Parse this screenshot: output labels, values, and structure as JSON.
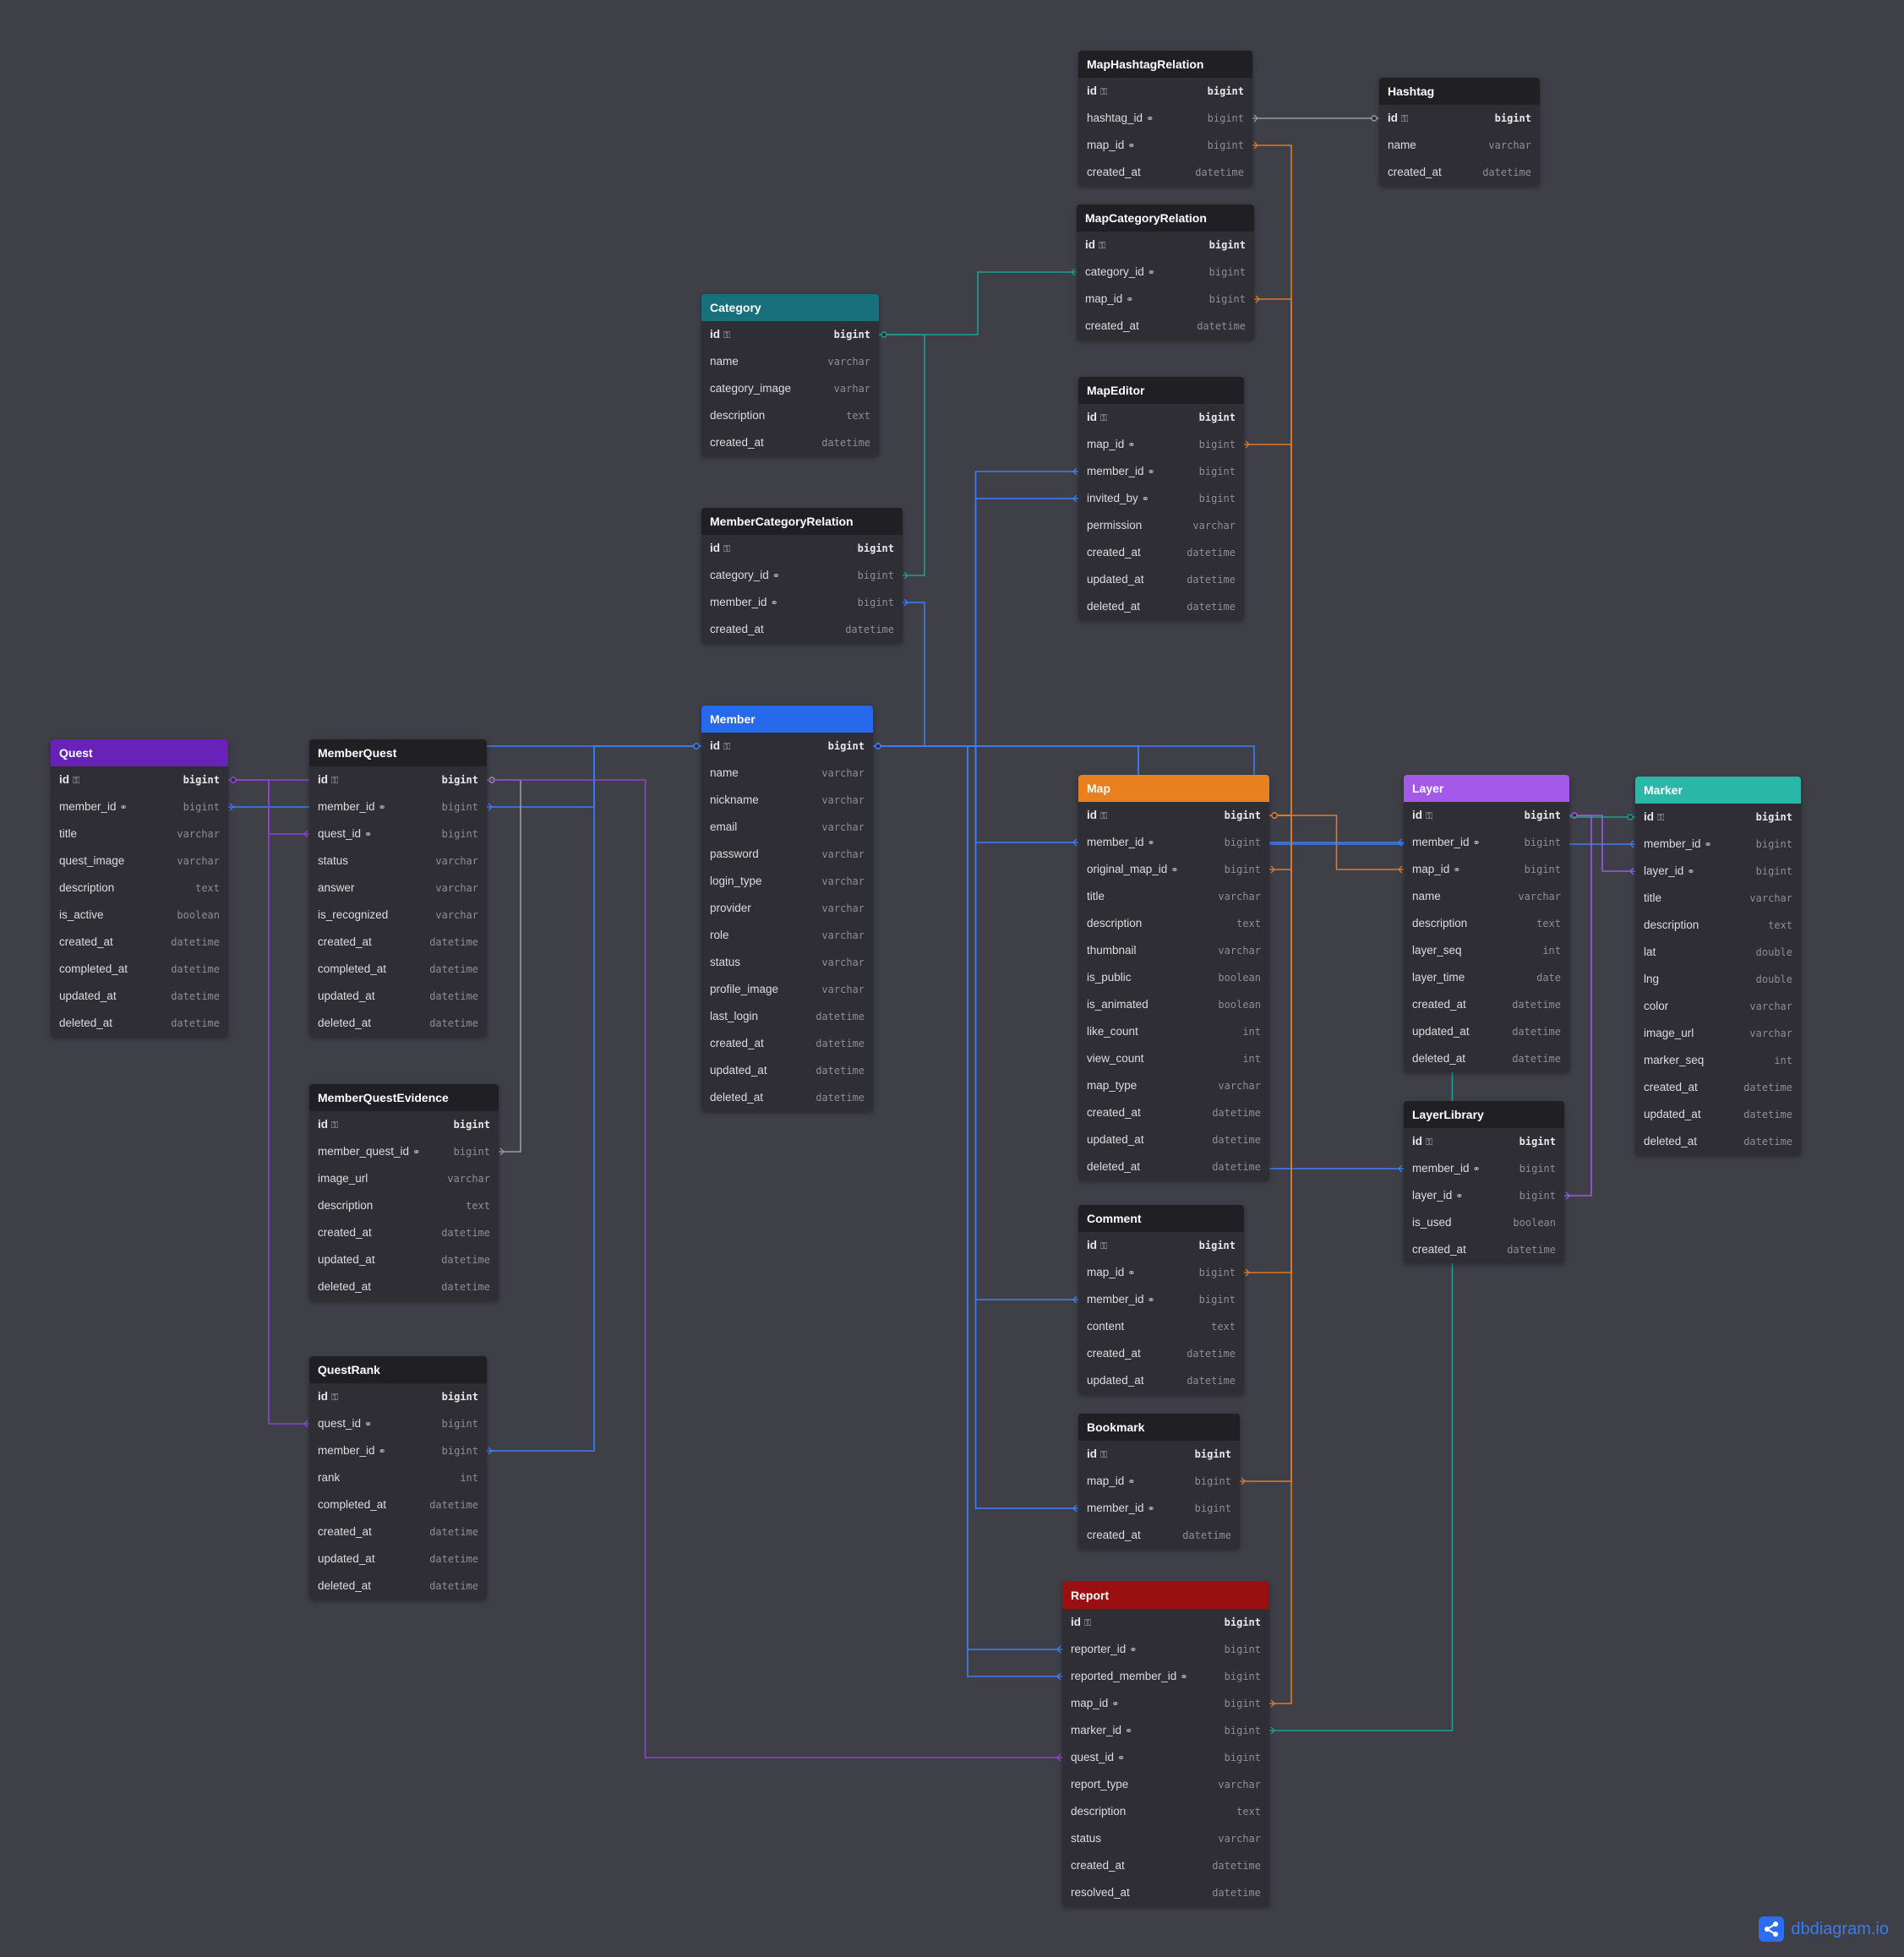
{
  "colors": {
    "background": "#3f3f48",
    "header_dark": "#202024",
    "member": "#2669ea",
    "category": "#17707c",
    "quest": "#6822b8",
    "map": "#e9801f",
    "layer": "#a459e9",
    "marker": "#29b8a8",
    "report": "#990f12",
    "edge_blue": "#3e7ff2",
    "edge_orange": "#e07a24",
    "edge_purple": "#8a45d8",
    "edge_teal": "#1f9e92",
    "edge_violet": "#9b5ae6",
    "edge_gray": "#9a9aa2"
  },
  "tables": [
    {
      "key": "maphashtagrelation",
      "name": "MapHashtagRelation",
      "header": "dark",
      "fields": [
        {
          "n": "id",
          "t": "bigint",
          "pk": true
        },
        {
          "n": "hashtag_id",
          "t": "bigint",
          "fk": true
        },
        {
          "n": "map_id",
          "t": "bigint",
          "fk": true
        },
        {
          "n": "created_at",
          "t": "datetime"
        }
      ]
    },
    {
      "key": "hashtag",
      "name": "Hashtag",
      "header": "dark",
      "fields": [
        {
          "n": "id",
          "t": "bigint",
          "pk": true
        },
        {
          "n": "name",
          "t": "varchar"
        },
        {
          "n": "created_at",
          "t": "datetime"
        }
      ]
    },
    {
      "key": "mapcategoryrelation",
      "name": "MapCategoryRelation",
      "header": "dark",
      "fields": [
        {
          "n": "id",
          "t": "bigint",
          "pk": true
        },
        {
          "n": "category_id",
          "t": "bigint",
          "fk": true
        },
        {
          "n": "map_id",
          "t": "bigint",
          "fk": true
        },
        {
          "n": "created_at",
          "t": "datetime"
        }
      ]
    },
    {
      "key": "category",
      "name": "Category",
      "header": "category",
      "fields": [
        {
          "n": "id",
          "t": "bigint",
          "pk": true
        },
        {
          "n": "name",
          "t": "varchar"
        },
        {
          "n": "category_image",
          "t": "varhar"
        },
        {
          "n": "description",
          "t": "text"
        },
        {
          "n": "created_at",
          "t": "datetime"
        }
      ]
    },
    {
      "key": "mapeditor",
      "name": "MapEditor",
      "header": "dark",
      "fields": [
        {
          "n": "id",
          "t": "bigint",
          "pk": true
        },
        {
          "n": "map_id",
          "t": "bigint",
          "fk": true
        },
        {
          "n": "member_id",
          "t": "bigint",
          "fk": true
        },
        {
          "n": "invited_by",
          "t": "bigint",
          "fk": true
        },
        {
          "n": "permission",
          "t": "varchar"
        },
        {
          "n": "created_at",
          "t": "datetime"
        },
        {
          "n": "updated_at",
          "t": "datetime"
        },
        {
          "n": "deleted_at",
          "t": "datetime"
        }
      ]
    },
    {
      "key": "membercategoryrelation",
      "name": "MemberCategoryRelation",
      "header": "dark",
      "fields": [
        {
          "n": "id",
          "t": "bigint",
          "pk": true
        },
        {
          "n": "category_id",
          "t": "bigint",
          "fk": true
        },
        {
          "n": "member_id",
          "t": "bigint",
          "fk": true
        },
        {
          "n": "created_at",
          "t": "datetime"
        }
      ]
    },
    {
      "key": "member",
      "name": "Member",
      "header": "member",
      "fields": [
        {
          "n": "id",
          "t": "bigint",
          "pk": true
        },
        {
          "n": "name",
          "t": "varchar"
        },
        {
          "n": "nickname",
          "t": "varchar"
        },
        {
          "n": "email",
          "t": "varchar"
        },
        {
          "n": "password",
          "t": "varchar"
        },
        {
          "n": "login_type",
          "t": "varchar"
        },
        {
          "n": "provider",
          "t": "varchar"
        },
        {
          "n": "role",
          "t": "varchar"
        },
        {
          "n": "status",
          "t": "varchar"
        },
        {
          "n": "profile_image",
          "t": "varchar"
        },
        {
          "n": "last_login",
          "t": "datetime"
        },
        {
          "n": "created_at",
          "t": "datetime"
        },
        {
          "n": "updated_at",
          "t": "datetime"
        },
        {
          "n": "deleted_at",
          "t": "datetime"
        }
      ]
    },
    {
      "key": "quest",
      "name": "Quest",
      "header": "quest",
      "fields": [
        {
          "n": "id",
          "t": "bigint",
          "pk": true
        },
        {
          "n": "member_id",
          "t": "bigint",
          "fk": true
        },
        {
          "n": "title",
          "t": "varchar"
        },
        {
          "n": "quest_image",
          "t": "varchar"
        },
        {
          "n": "description",
          "t": "text"
        },
        {
          "n": "is_active",
          "t": "boolean"
        },
        {
          "n": "created_at",
          "t": "datetime"
        },
        {
          "n": "completed_at",
          "t": "datetime"
        },
        {
          "n": "updated_at",
          "t": "datetime"
        },
        {
          "n": "deleted_at",
          "t": "datetime"
        }
      ]
    },
    {
      "key": "memberquest",
      "name": "MemberQuest",
      "header": "dark",
      "fields": [
        {
          "n": "id",
          "t": "bigint",
          "pk": true
        },
        {
          "n": "member_id",
          "t": "bigint",
          "fk": true
        },
        {
          "n": "quest_id",
          "t": "bigint",
          "fk": true
        },
        {
          "n": "status",
          "t": "varchar"
        },
        {
          "n": "answer",
          "t": "varchar"
        },
        {
          "n": "is_recognized",
          "t": "varchar"
        },
        {
          "n": "created_at",
          "t": "datetime"
        },
        {
          "n": "completed_at",
          "t": "datetime"
        },
        {
          "n": "updated_at",
          "t": "datetime"
        },
        {
          "n": "deleted_at",
          "t": "datetime"
        }
      ]
    },
    {
      "key": "memberquestevidence",
      "name": "MemberQuestEvidence",
      "header": "dark",
      "fields": [
        {
          "n": "id",
          "t": "bigint",
          "pk": true
        },
        {
          "n": "member_quest_id",
          "t": "bigint",
          "fk": true
        },
        {
          "n": "image_url",
          "t": "varchar"
        },
        {
          "n": "description",
          "t": "text"
        },
        {
          "n": "created_at",
          "t": "datetime"
        },
        {
          "n": "updated_at",
          "t": "datetime"
        },
        {
          "n": "deleted_at",
          "t": "datetime"
        }
      ]
    },
    {
      "key": "questrank",
      "name": "QuestRank",
      "header": "dark",
      "fields": [
        {
          "n": "id",
          "t": "bigint",
          "pk": true
        },
        {
          "n": "quest_id",
          "t": "bigint",
          "fk": true
        },
        {
          "n": "member_id",
          "t": "bigint",
          "fk": true
        },
        {
          "n": "rank",
          "t": "int"
        },
        {
          "n": "completed_at",
          "t": "datetime"
        },
        {
          "n": "created_at",
          "t": "datetime"
        },
        {
          "n": "updated_at",
          "t": "datetime"
        },
        {
          "n": "deleted_at",
          "t": "datetime"
        }
      ]
    },
    {
      "key": "map",
      "name": "Map",
      "header": "map",
      "fields": [
        {
          "n": "id",
          "t": "bigint",
          "pk": true
        },
        {
          "n": "member_id",
          "t": "bigint",
          "fk": true
        },
        {
          "n": "original_map_id",
          "t": "bigint",
          "fk": true
        },
        {
          "n": "title",
          "t": "varchar"
        },
        {
          "n": "description",
          "t": "text"
        },
        {
          "n": "thumbnail",
          "t": "varchar"
        },
        {
          "n": "is_public",
          "t": "boolean"
        },
        {
          "n": "is_animated",
          "t": "boolean"
        },
        {
          "n": "like_count",
          "t": "int"
        },
        {
          "n": "view_count",
          "t": "int"
        },
        {
          "n": "map_type",
          "t": "varchar"
        },
        {
          "n": "created_at",
          "t": "datetime"
        },
        {
          "n": "updated_at",
          "t": "datetime"
        },
        {
          "n": "deleted_at",
          "t": "datetime"
        }
      ]
    },
    {
      "key": "layer",
      "name": "Layer",
      "header": "layer",
      "fields": [
        {
          "n": "id",
          "t": "bigint",
          "pk": true
        },
        {
          "n": "member_id",
          "t": "bigint",
          "fk": true
        },
        {
          "n": "map_id",
          "t": "bigint",
          "fk": true
        },
        {
          "n": "name",
          "t": "varchar"
        },
        {
          "n": "description",
          "t": "text"
        },
        {
          "n": "layer_seq",
          "t": "int"
        },
        {
          "n": "layer_time",
          "t": "date"
        },
        {
          "n": "created_at",
          "t": "datetime"
        },
        {
          "n": "updated_at",
          "t": "datetime"
        },
        {
          "n": "deleted_at",
          "t": "datetime"
        }
      ]
    },
    {
      "key": "marker",
      "name": "Marker",
      "header": "marker",
      "fields": [
        {
          "n": "id",
          "t": "bigint",
          "pk": true
        },
        {
          "n": "member_id",
          "t": "bigint",
          "fk": true
        },
        {
          "n": "layer_id",
          "t": "bigint",
          "fk": true
        },
        {
          "n": "title",
          "t": "varchar"
        },
        {
          "n": "description",
          "t": "text"
        },
        {
          "n": "lat",
          "t": "double"
        },
        {
          "n": "lng",
          "t": "double"
        },
        {
          "n": "color",
          "t": "varchar"
        },
        {
          "n": "image_url",
          "t": "varchar"
        },
        {
          "n": "marker_seq",
          "t": "int"
        },
        {
          "n": "created_at",
          "t": "datetime"
        },
        {
          "n": "updated_at",
          "t": "datetime"
        },
        {
          "n": "deleted_at",
          "t": "datetime"
        }
      ]
    },
    {
      "key": "layerlibrary",
      "name": "LayerLibrary",
      "header": "dark",
      "fields": [
        {
          "n": "id",
          "t": "bigint",
          "pk": true
        },
        {
          "n": "member_id",
          "t": "bigint",
          "fk": true
        },
        {
          "n": "layer_id",
          "t": "bigint",
          "fk": true
        },
        {
          "n": "is_used",
          "t": "boolean"
        },
        {
          "n": "created_at",
          "t": "datetime"
        }
      ]
    },
    {
      "key": "comment",
      "name": "Comment",
      "header": "dark",
      "fields": [
        {
          "n": "id",
          "t": "bigint",
          "pk": true
        },
        {
          "n": "map_id",
          "t": "bigint",
          "fk": true
        },
        {
          "n": "member_id",
          "t": "bigint",
          "fk": true
        },
        {
          "n": "content",
          "t": "text"
        },
        {
          "n": "created_at",
          "t": "datetime"
        },
        {
          "n": "updated_at",
          "t": "datetime"
        }
      ]
    },
    {
      "key": "bookmark",
      "name": "Bookmark",
      "header": "dark",
      "fields": [
        {
          "n": "id",
          "t": "bigint",
          "pk": true
        },
        {
          "n": "map_id",
          "t": "bigint",
          "fk": true
        },
        {
          "n": "member_id",
          "t": "bigint",
          "fk": true
        },
        {
          "n": "created_at",
          "t": "datetime"
        }
      ]
    },
    {
      "key": "report",
      "name": "Report",
      "header": "report",
      "fields": [
        {
          "n": "id",
          "t": "bigint",
          "pk": true
        },
        {
          "n": "reporter_id",
          "t": "bigint",
          "fk": true
        },
        {
          "n": "reported_member_id",
          "t": "bigint",
          "fk": true
        },
        {
          "n": "map_id",
          "t": "bigint",
          "fk": true
        },
        {
          "n": "marker_id",
          "t": "bigint",
          "fk": true
        },
        {
          "n": "quest_id",
          "t": "bigint",
          "fk": true
        },
        {
          "n": "report_type",
          "t": "varchar"
        },
        {
          "n": "description",
          "t": "text"
        },
        {
          "n": "status",
          "t": "varchar"
        },
        {
          "n": "created_at",
          "t": "datetime"
        },
        {
          "n": "resolved_at",
          "t": "datetime"
        }
      ]
    }
  ],
  "relations": [
    {
      "from": "maphashtagrelation.hashtag_id",
      "to": "hashtag.id",
      "color": "edge_gray"
    },
    {
      "from": "maphashtagrelation.map_id",
      "to": "map.id",
      "color": "edge_orange"
    },
    {
      "from": "mapcategoryrelation.category_id",
      "to": "category.id",
      "color": "edge_teal"
    },
    {
      "from": "mapcategoryrelation.map_id",
      "to": "map.id",
      "color": "edge_orange"
    },
    {
      "from": "mapeditor.map_id",
      "to": "map.id",
      "color": "edge_orange"
    },
    {
      "from": "mapeditor.member_id",
      "to": "member.id",
      "color": "edge_blue"
    },
    {
      "from": "mapeditor.invited_by",
      "to": "member.id",
      "color": "edge_blue"
    },
    {
      "from": "membercategoryrelation.category_id",
      "to": "category.id",
      "color": "edge_teal"
    },
    {
      "from": "membercategoryrelation.member_id",
      "to": "member.id",
      "color": "edge_blue"
    },
    {
      "from": "quest.member_id",
      "to": "member.id",
      "color": "edge_blue"
    },
    {
      "from": "memberquest.member_id",
      "to": "member.id",
      "color": "edge_blue"
    },
    {
      "from": "memberquest.quest_id",
      "to": "quest.id",
      "color": "edge_purple"
    },
    {
      "from": "memberquestevidence.member_quest_id",
      "to": "memberquest.id",
      "color": "edge_gray"
    },
    {
      "from": "questrank.quest_id",
      "to": "quest.id",
      "color": "edge_purple"
    },
    {
      "from": "questrank.member_id",
      "to": "member.id",
      "color": "edge_blue"
    },
    {
      "from": "map.member_id",
      "to": "member.id",
      "color": "edge_blue"
    },
    {
      "from": "map.original_map_id",
      "to": "map.id",
      "color": "edge_orange"
    },
    {
      "from": "layer.member_id",
      "to": "member.id",
      "color": "edge_blue"
    },
    {
      "from": "layer.map_id",
      "to": "map.id",
      "color": "edge_orange"
    },
    {
      "from": "marker.member_id",
      "to": "member.id",
      "color": "edge_blue"
    },
    {
      "from": "marker.layer_id",
      "to": "layer.id",
      "color": "edge_violet"
    },
    {
      "from": "layerlibrary.member_id",
      "to": "member.id",
      "color": "edge_blue"
    },
    {
      "from": "layerlibrary.layer_id",
      "to": "layer.id",
      "color": "edge_violet"
    },
    {
      "from": "comment.map_id",
      "to": "map.id",
      "color": "edge_orange"
    },
    {
      "from": "comment.member_id",
      "to": "member.id",
      "color": "edge_blue"
    },
    {
      "from": "bookmark.map_id",
      "to": "map.id",
      "color": "edge_orange"
    },
    {
      "from": "bookmark.member_id",
      "to": "member.id",
      "color": "edge_blue"
    },
    {
      "from": "report.reporter_id",
      "to": "member.id",
      "color": "edge_blue"
    },
    {
      "from": "report.reported_member_id",
      "to": "member.id",
      "color": "edge_blue"
    },
    {
      "from": "report.map_id",
      "to": "map.id",
      "color": "edge_orange"
    },
    {
      "from": "report.marker_id",
      "to": "marker.id",
      "color": "edge_teal"
    },
    {
      "from": "report.quest_id",
      "to": "quest.id",
      "color": "edge_purple"
    }
  ],
  "brand": {
    "icon": "share-nodes-icon",
    "text": "dbdiagram.io"
  }
}
